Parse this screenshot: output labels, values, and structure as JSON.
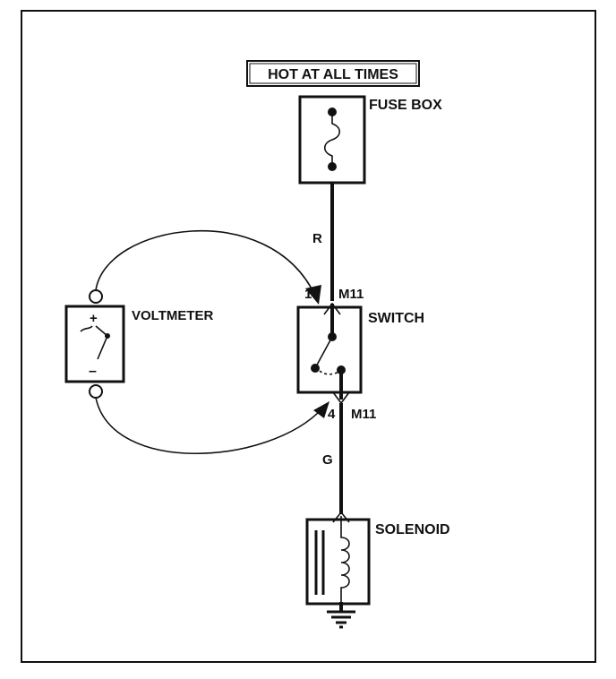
{
  "header": {
    "hot_label": "HOT AT ALL TIMES"
  },
  "components": {
    "fuse_box": "FUSE BOX",
    "switch": "SWITCH",
    "voltmeter": "VOLTMETER",
    "solenoid": "SOLENOID"
  },
  "wires": {
    "upper_color": "R",
    "lower_color": "G"
  },
  "connectors": {
    "top_pin": "1",
    "top_connector": "M11",
    "bottom_pin": "4",
    "bottom_connector": "M11"
  },
  "voltmeter": {
    "plus_sign": "+",
    "minus_sign": "–"
  },
  "colors": {
    "line": "#111111",
    "background": "#ffffff"
  }
}
